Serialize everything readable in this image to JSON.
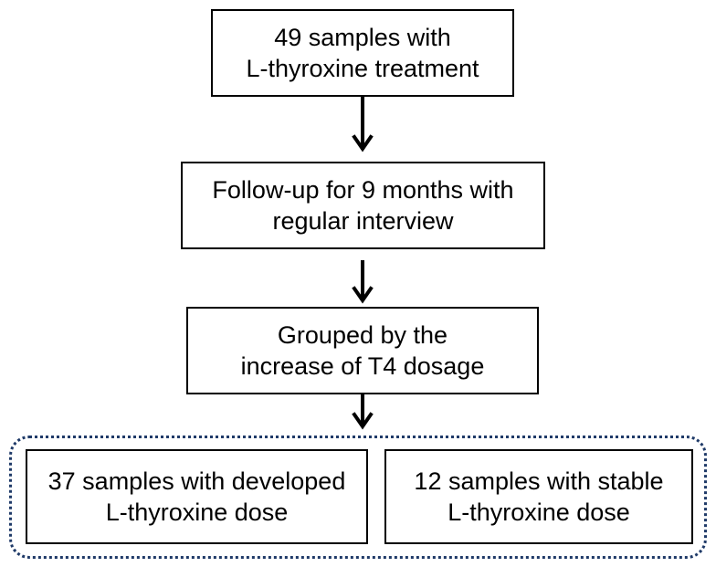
{
  "flowchart": {
    "step1": {
      "line1": "49 samples with",
      "line2": "L-thyroxine treatment"
    },
    "step2": {
      "line1": "Follow-up for 9 months with",
      "line2": "regular interview"
    },
    "step3": {
      "line1": "Grouped by the",
      "line2": "increase of T4 dosage"
    },
    "outcome_developed": {
      "line1": "37 samples with developed",
      "line2": "L-thyroxine dose"
    },
    "outcome_stable": {
      "line1": "12 samples with stable",
      "line2": "L-thyroxine dose"
    }
  },
  "colors": {
    "box_border": "#000000",
    "group_border": "#1f3a68",
    "arrow": "#000000"
  }
}
